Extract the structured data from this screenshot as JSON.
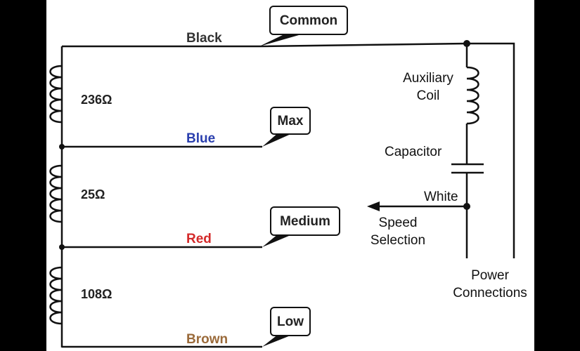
{
  "close_icon": "close-icon",
  "callouts": {
    "common": "Common",
    "max": "Max",
    "medium": "Medium",
    "low": "Low"
  },
  "wires": {
    "black": "Black",
    "blue": "Blue",
    "red": "Red",
    "brown": "Brown"
  },
  "wire_colors": {
    "black": "#333333",
    "blue": "#2a3fae",
    "red": "#d42a2a",
    "brown": "#9a6a3a"
  },
  "resistances": {
    "r1": "236Ω",
    "r2": "25Ω",
    "r3": "108Ω"
  },
  "labels": {
    "auxiliary_coil_line1": "Auxiliary",
    "auxiliary_coil_line2": "Coil",
    "capacitor": "Capacitor",
    "white": "White",
    "speed_selection_line1": "Speed",
    "speed_selection_line2": "Selection",
    "power_connections_line1": "Power",
    "power_connections_line2": "Connections"
  }
}
